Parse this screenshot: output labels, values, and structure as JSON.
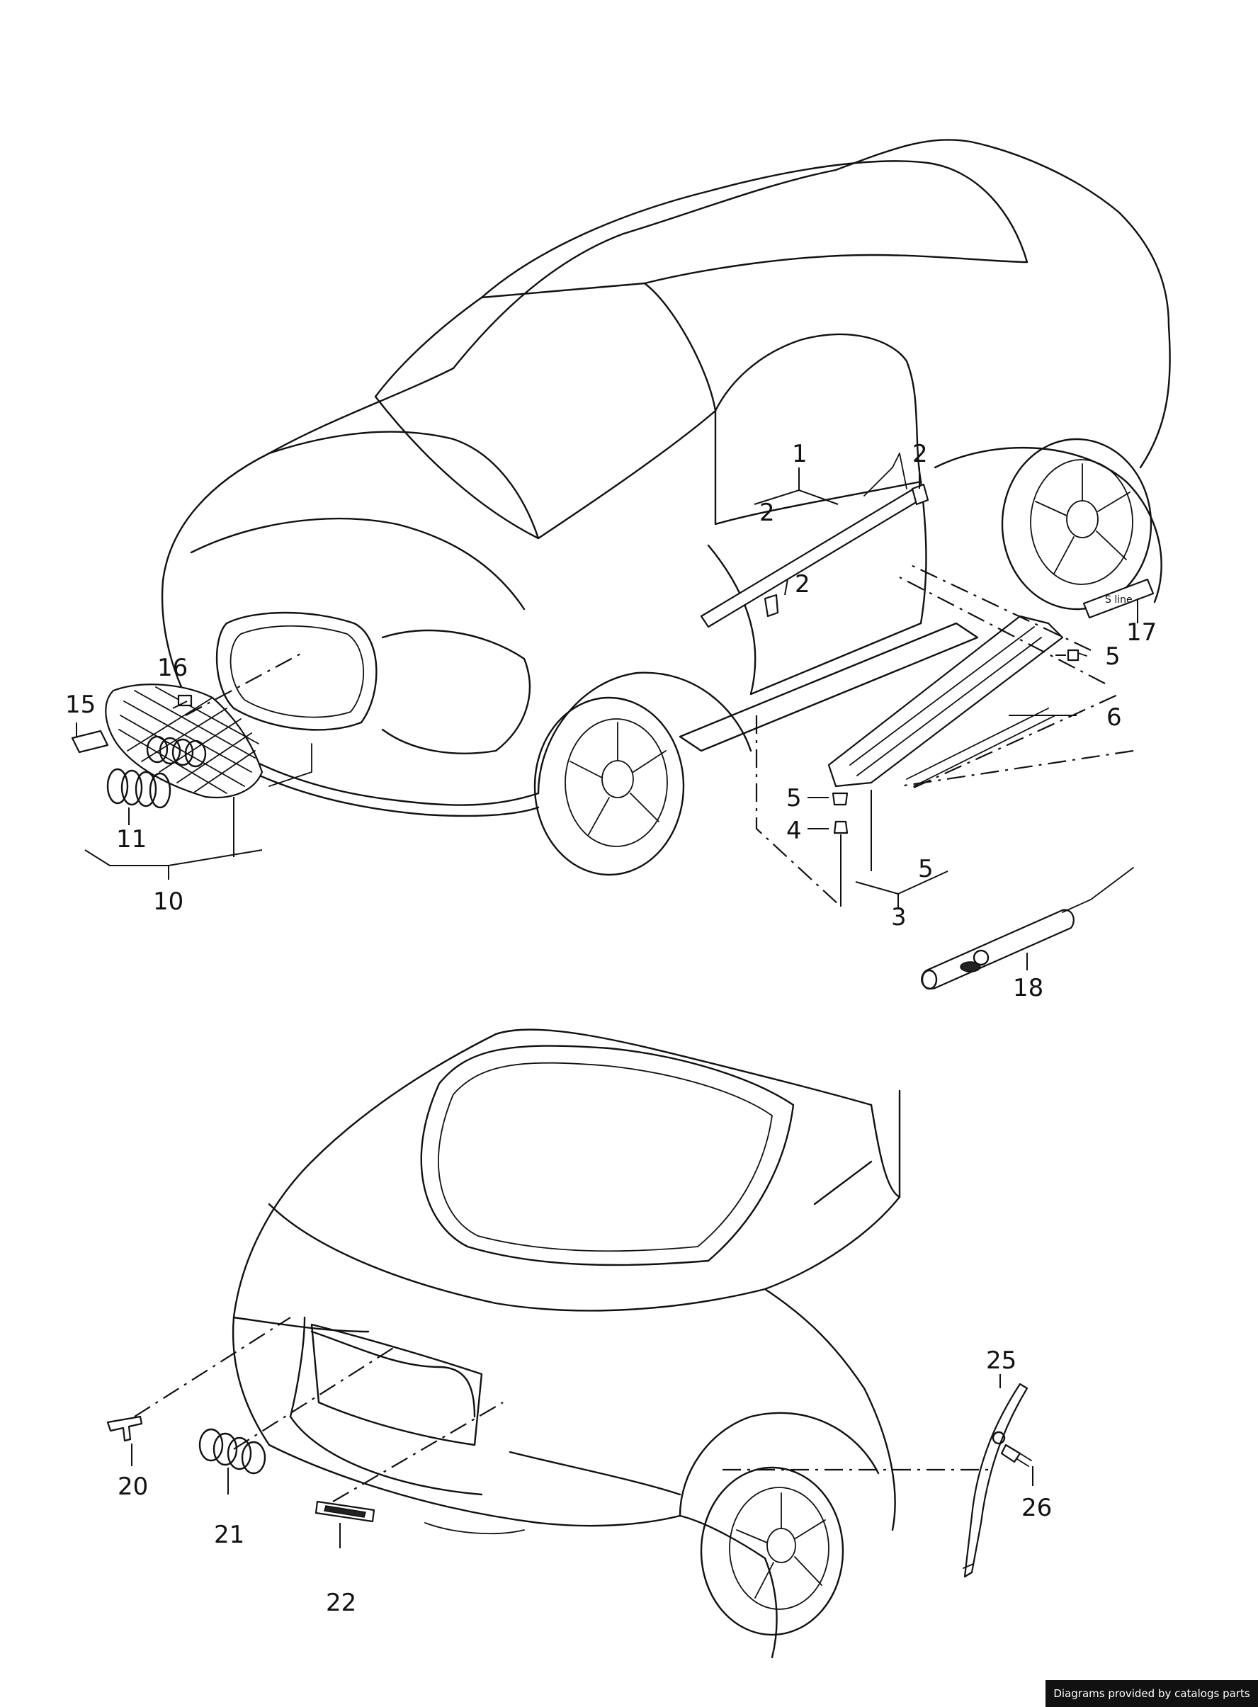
{
  "callouts": {
    "c1": "1",
    "c2a": "2",
    "c2b": "2",
    "c2c": "2",
    "c3": "3",
    "c4": "4",
    "c5a": "5",
    "c5b": "5",
    "c5c": "5",
    "c6": "6",
    "c10": "10",
    "c11": "11",
    "c15": "15",
    "c16": "16",
    "c17": "17",
    "c18": "18",
    "c20": "20",
    "c21": "21",
    "c22": "22",
    "c25": "25",
    "c26": "26"
  },
  "footer": {
    "credit": "Diagrams provided by catalogs parts"
  },
  "colors": {
    "ink": "#111111",
    "paper": "#ffffff",
    "badge": "#111111"
  }
}
